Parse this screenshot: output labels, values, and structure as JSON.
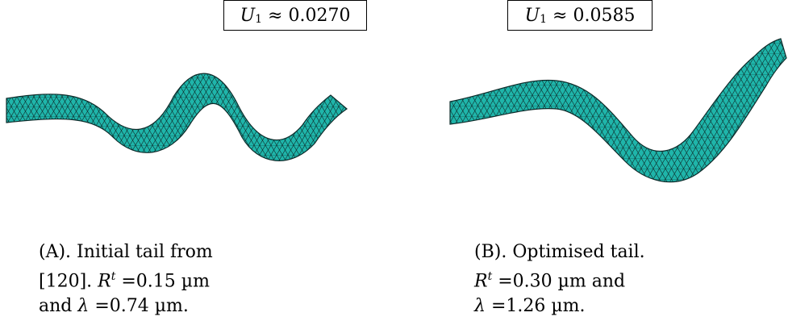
{
  "panels": [
    {
      "u_label": "U",
      "u_sub": "1",
      "u_value": "≈ 0.0270",
      "caption": {
        "line1": "(A). Initial tail from",
        "line2_a": "[120]. ",
        "line2_sym": "R",
        "line2_sup": "t",
        "line2_b": " =0.15 µm",
        "line3_a": "and ",
        "line3_sym": "λ",
        "line3_b": " =0.74 µm."
      }
    },
    {
      "u_label": "U",
      "u_sub": "1",
      "u_value": "≈ 0.0585",
      "caption": {
        "line1": "(B). Optimised tail.",
        "line2_a": "",
        "line2_sym": "R",
        "line2_sup": "t",
        "line2_b": " =0.30 µm and",
        "line3_a": "",
        "line3_sym": "λ",
        "line3_b": " =1.26 µm."
      }
    }
  ],
  "colors": {
    "mesh_fill": "#1fb5aa",
    "mesh_edge": "#0d2b2a"
  }
}
